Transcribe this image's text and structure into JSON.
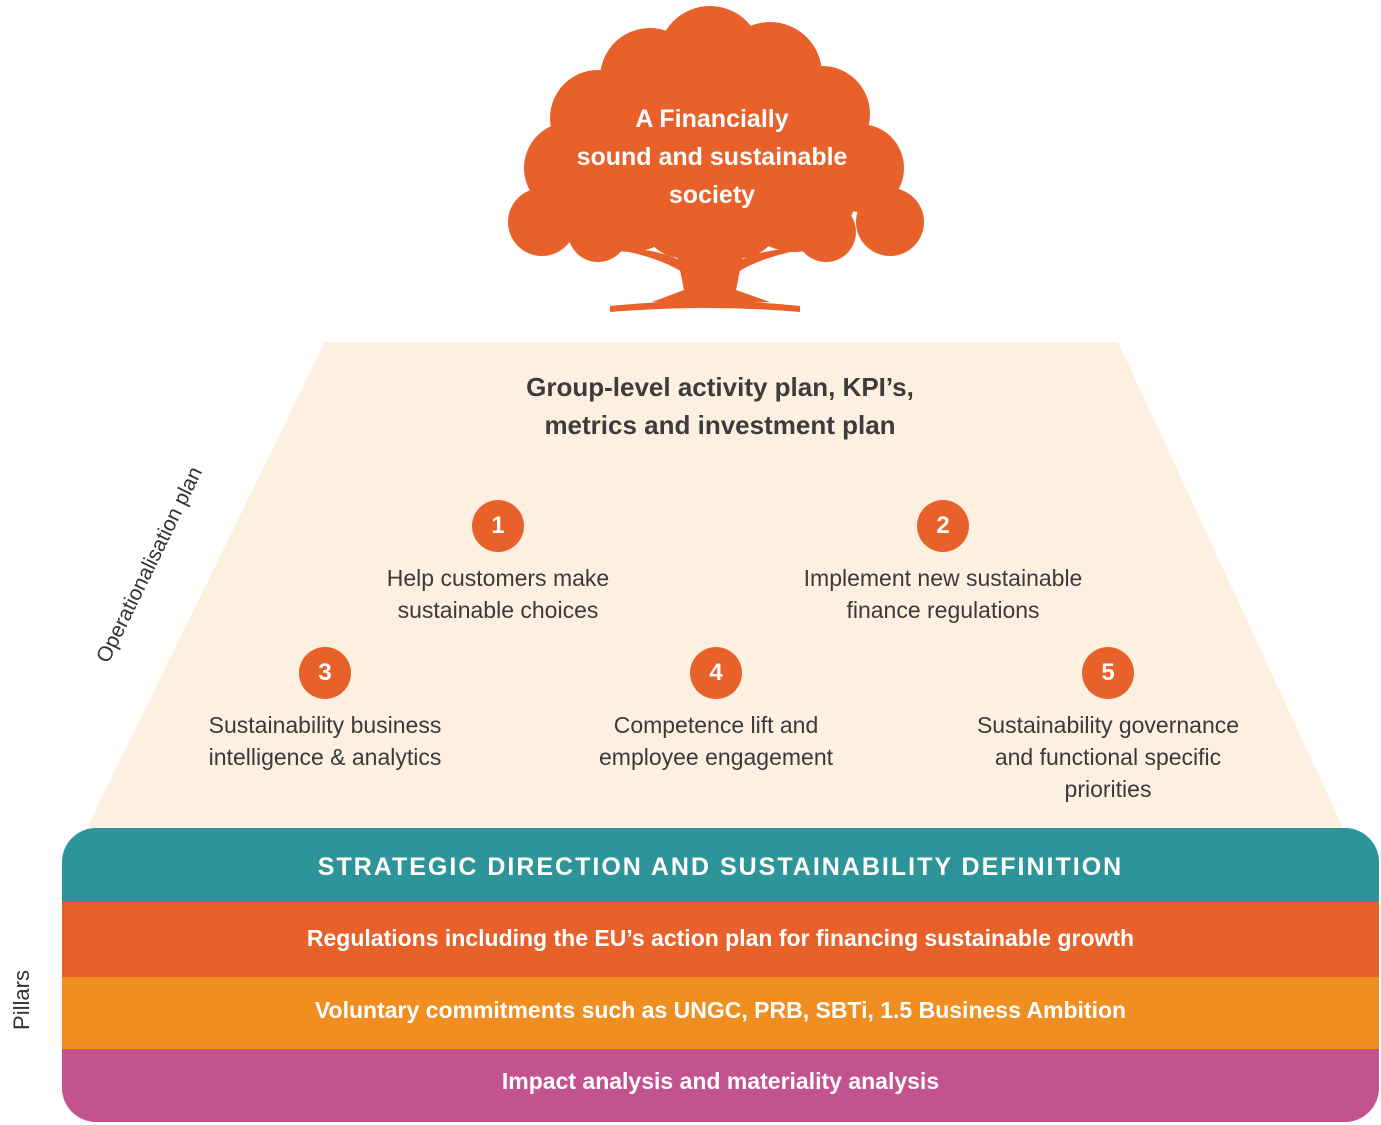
{
  "colors": {
    "tree": "#e8602a",
    "plan_background": "#fdf0e1",
    "badge": "#e8602a",
    "strategic_band": "#2d9499",
    "regulations_band": "#e8602a",
    "voluntary_band": "#f18e22",
    "impact_band": "#c3538f"
  },
  "tree": {
    "icon": "tree-icon",
    "lines": [
      "A Financially",
      "sound and sustainable",
      "society"
    ]
  },
  "side_labels": {
    "operationalisation": "Operationalisation plan",
    "pillars": "Pillars"
  },
  "plan": {
    "heading_lines": [
      "Group-level activity plan, KPI’s,",
      "metrics and investment plan"
    ],
    "items": [
      {
        "number": "1",
        "lines": [
          "Help customers make",
          "sustainable choices"
        ]
      },
      {
        "number": "2",
        "lines": [
          "Implement new sustainable",
          "finance regulations"
        ]
      },
      {
        "number": "3",
        "lines": [
          "Sustainability business",
          "intelligence & analytics"
        ]
      },
      {
        "number": "4",
        "lines": [
          "Competence lift and",
          "employee engagement"
        ]
      },
      {
        "number": "5",
        "lines": [
          "Sustainability governance",
          "and functional specific",
          "priorities"
        ]
      }
    ]
  },
  "pillars": [
    "STRATEGIC DIRECTION AND SUSTAINABILITY DEFINITION",
    "Regulations including the EU’s action plan for financing sustainable growth",
    "Voluntary commitments such as UNGC, PRB, SBTi, 1.5 Business Ambition",
    "Impact analysis and materiality analysis"
  ]
}
